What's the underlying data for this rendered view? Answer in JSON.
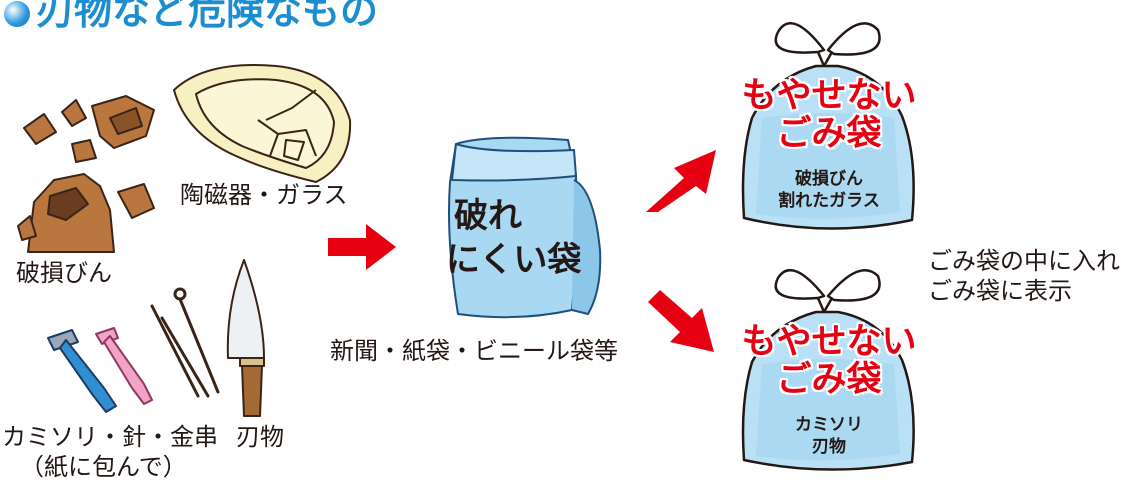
{
  "section": {
    "title": "刃物など危険なもの"
  },
  "items": {
    "broken_bottle": "破損びん",
    "ceramics_glass": "陶磁器・ガラス",
    "razors_needles": "カミソリ・針・金串",
    "blades": "刃物",
    "wrap_note": "（紙に包んで）"
  },
  "wrap_bag": {
    "text_line1": "破れ",
    "text_line2": "にくい袋",
    "caption": "新聞・紙袋・ビニール袋等"
  },
  "garbage_bags": [
    {
      "title_line1": "もやせない",
      "title_line2": "ごみ袋",
      "content_line1": "破損びん",
      "content_line2": "割れたガラス"
    },
    {
      "title_line1": "もやせない",
      "title_line2": "ごみ袋",
      "content_line1": "カミソリ",
      "content_line2": "刃物"
    }
  ],
  "instruction": {
    "line1": "ごみ袋の中に入れ",
    "line2": "ごみ袋に表示"
  },
  "colors": {
    "title_blue": "#1c8ed0",
    "arrow_red": "#e60012",
    "bag_blue": "#a9d8f2",
    "shard_brown": "#b9773f"
  },
  "icons": [
    "broken-bottle-icon",
    "broken-plate-icon",
    "razor-icon",
    "needle-icon",
    "knife-icon",
    "paper-bag-icon",
    "garbage-bag-icon",
    "arrow-icon"
  ]
}
